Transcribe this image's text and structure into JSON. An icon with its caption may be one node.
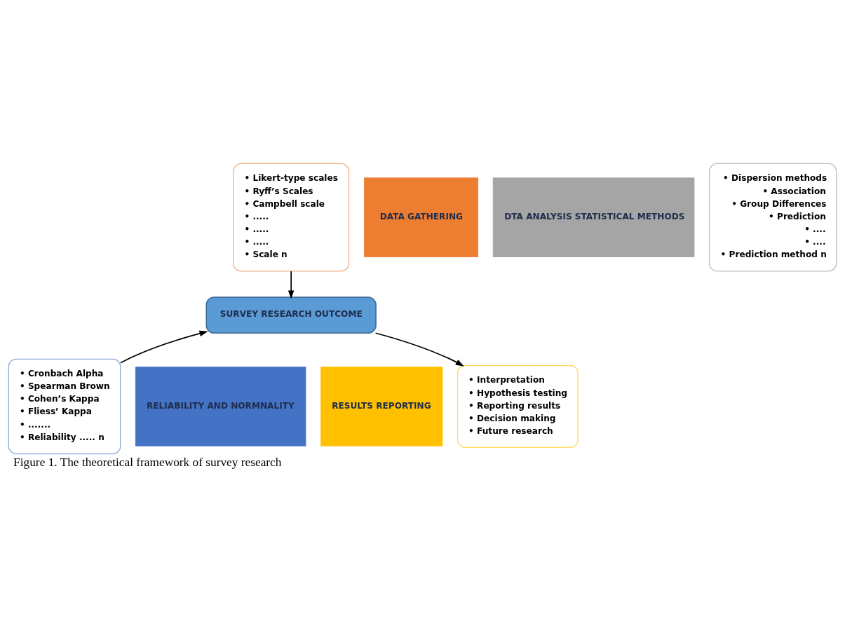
{
  "diagram": {
    "caption": "Figure 1. The theoretical framework of survey research",
    "nodes": [
      {
        "text": [
          "DATA GATHERING"
        ]
      },
      {
        "text": [
          "DTA ANALYSIS STATISTICAL METHODS"
        ]
      },
      {
        "text": [
          "RELIABILITY AND NORMNALITY"
        ]
      },
      {
        "text": [
          "RESULTS REPORTING"
        ]
      },
      {
        "text": [
          "SURVEY RESEARCH OUTCOME"
        ]
      },
      {
        "text": [
          "• Likert-type scales",
          "• Ryff’s Scales",
          "• Campbell scale",
          "• .....",
          "• .....",
          "• .....",
          "• Scale n"
        ]
      },
      {
        "text": [
          "• Dispersion methods",
          "• Association",
          "• Group Differences",
          "• Prediction",
          "• ....",
          "• ....",
          "• Prediction method n"
        ]
      },
      {
        "text": [
          "• Cronbach Alpha",
          "• Spearman Brown",
          "• Cohen’s Kappa",
          "• Fliess’ Kappa",
          "• .......",
          "• Reliability ..... n"
        ]
      },
      {
        "text": [
          "• Interpretation",
          "• Hypothesis testing",
          "• Reporting results",
          "• Decision making",
          "• Future research"
        ]
      }
    ],
    "edges": [
      {
        "from": 5,
        "to": 4,
        "arrow": "to"
      },
      {
        "from": 7,
        "to": 4,
        "arrow": "to"
      },
      {
        "from": 4,
        "to": 8,
        "arrow": "to"
      }
    ]
  }
}
